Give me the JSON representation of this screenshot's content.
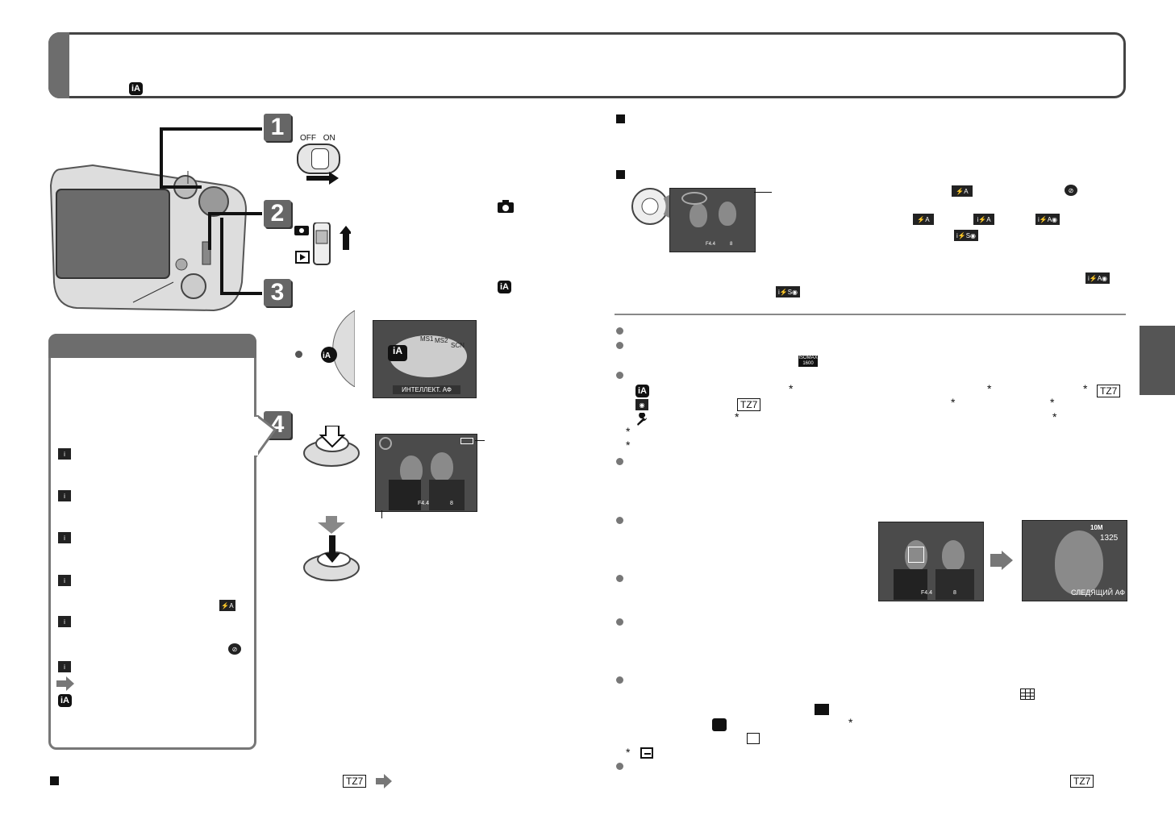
{
  "header": {
    "mode_icon": "iA"
  },
  "steps": [
    "1",
    "2",
    "3",
    "4"
  ],
  "power_switch": {
    "off_label": "OFF",
    "on_label": "ON"
  },
  "mode_dial_screen": {
    "labels": [
      "MS1",
      "MS2",
      "SCN"
    ],
    "caption": "ИНТЕЛЛЕКТ. АФ"
  },
  "lcd_readout": {
    "aperture": "F4.4",
    "shutter": "8"
  },
  "tracking_screen": {
    "resolution": "10M",
    "count": "1325",
    "caption": "СЛЕДЯЩИЙ АФ"
  },
  "model_badge": "TZ7",
  "iso_badge": {
    "top": "ISOMAX",
    "bottom": "1600"
  },
  "flash_icons": [
    "⚡A",
    "i⚡A",
    "i⚡A◉",
    "i⚡S◉"
  ],
  "footnote_mark": "*",
  "icon_names": [
    "camera-icon",
    "play-icon",
    "wrench-icon",
    "arrow-right-icon"
  ]
}
